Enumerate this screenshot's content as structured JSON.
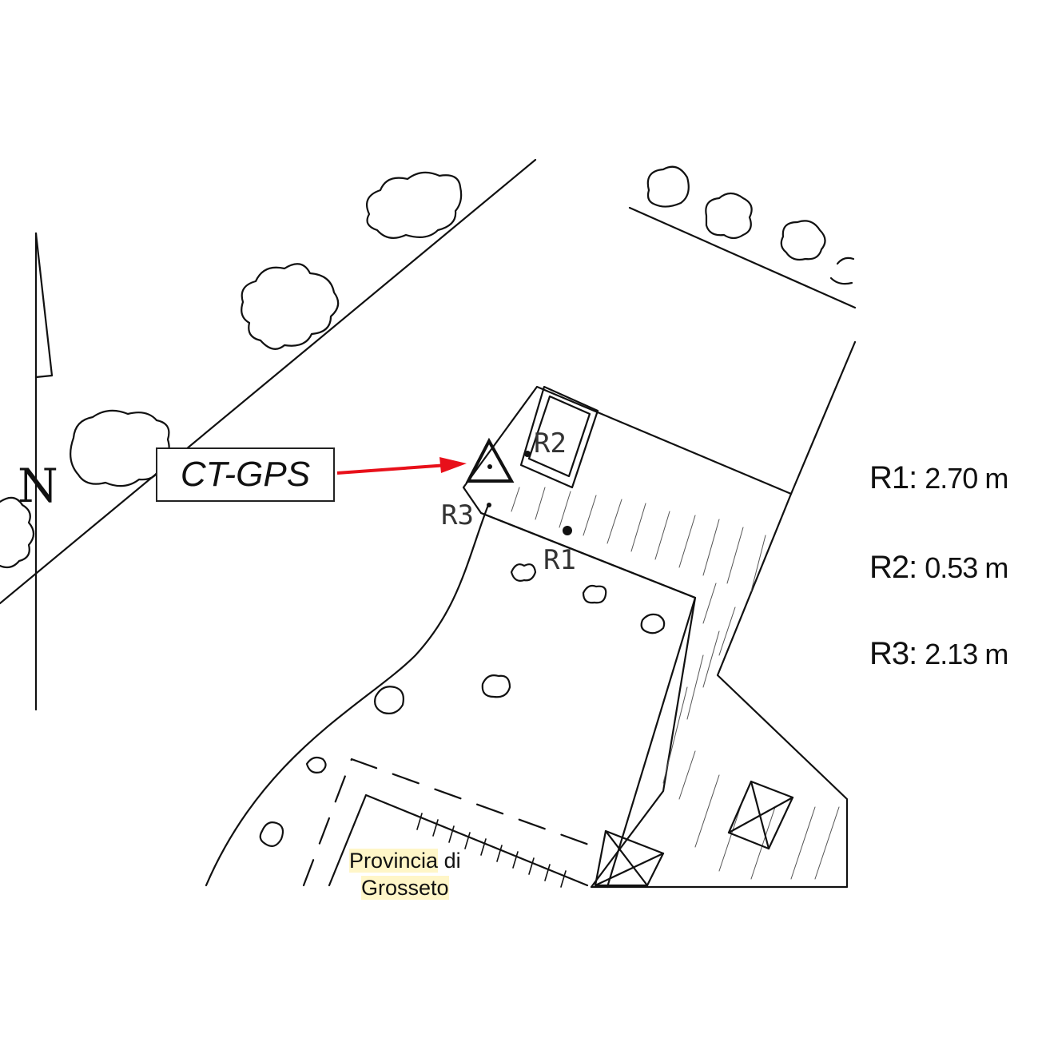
{
  "north_label": "N",
  "callout": {
    "text": "CT-GPS"
  },
  "point_labels": {
    "r1": "R1",
    "r2": "R2",
    "r3": "R3"
  },
  "legend": [
    {
      "key": "R1",
      "sep": ":",
      "value": "2.70 m"
    },
    {
      "key": "R2",
      "sep": ":",
      "value": "0.53 m"
    },
    {
      "key": "R3",
      "sep": ":",
      "value": "2.13 m"
    }
  ],
  "credit": {
    "line1_a": "Provincia",
    "line1_b": "di",
    "line2": "Grosseto"
  },
  "colors": {
    "arrow": "#e8101a",
    "ink": "#111111",
    "highlight": "#fff6c8"
  }
}
